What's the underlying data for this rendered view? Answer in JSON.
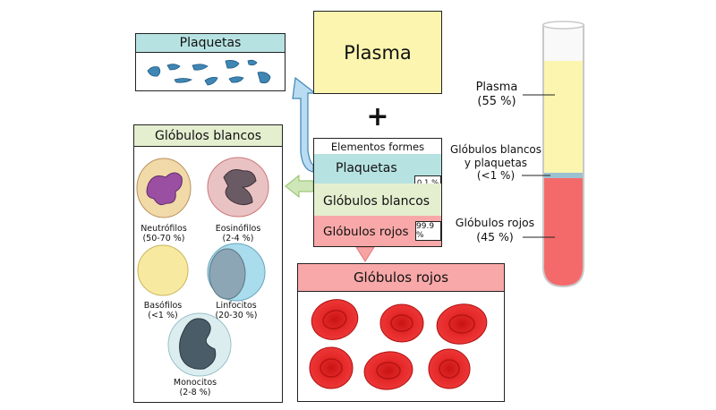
{
  "plasma_box": {
    "label": "Plasma"
  },
  "plus": "+",
  "platelets_panel": {
    "title": "Plaquetas"
  },
  "formed": {
    "header": "Elementos formes",
    "rows": [
      {
        "label": "Plaquetas",
        "pct": "0.1 %"
      },
      {
        "label": "Glóbulos blancos",
        "pct": ""
      },
      {
        "label": "Glóbulos rojos",
        "pct": "99.9 %"
      }
    ]
  },
  "wbc_panel": {
    "title": "Glóbulos blancos",
    "cells": [
      {
        "name": "Neutrófilos",
        "pct": "(50-70 %)"
      },
      {
        "name": "Eosinófilos",
        "pct": "(2-4 %)"
      },
      {
        "name": "Basófilos",
        "pct": "(<1 %)"
      },
      {
        "name": "Linfocitos",
        "pct": "(20-30 %)"
      },
      {
        "name": "Monocitos",
        "pct": "(2-8 %)"
      }
    ]
  },
  "rbc_panel": {
    "title": "Glóbulos rojos"
  },
  "tube": {
    "labels": [
      {
        "line1": "Plasma",
        "line2": "(55 %)"
      },
      {
        "line1": "Glóbulos blancos",
        "line2": "y plaquetas",
        "line3": "(<1 %)"
      },
      {
        "line1": "Glóbulos rojos",
        "line2": "(45 %)"
      }
    ]
  },
  "colors": {
    "plasma": "#fbf5b0",
    "platelet_header": "#b7e2e2",
    "platelet": "#3f86b5",
    "wbc_header": "#e4efd0",
    "rbc_header": "#f8a8a8",
    "rbc": "#e82020",
    "tube_rbc": "#f46a6a",
    "arrow_blue": "#b9dcf2",
    "arrow_green": "#cfe7b8",
    "arrow_red": "#f7a3a3"
  }
}
